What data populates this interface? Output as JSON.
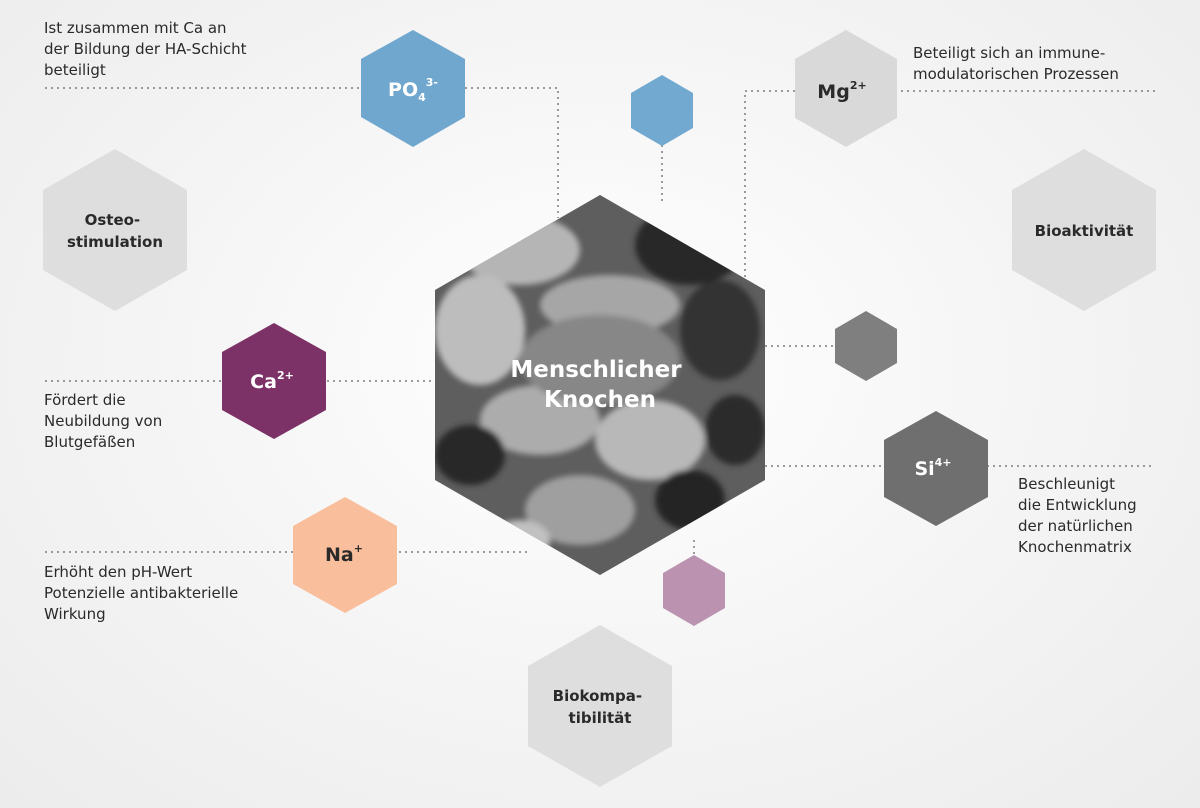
{
  "center": {
    "lines": [
      "Menschlicher",
      "Knochen"
    ]
  },
  "ions": {
    "po4": {
      "base": "PO",
      "sub": "4",
      "sup": "3-",
      "color": "#70a7cf",
      "text_color": "#ffffff"
    },
    "mg": {
      "base": "Mg",
      "sup": "2+",
      "color": "#d9d9d9",
      "text_color": "#2a2a2a"
    },
    "ca": {
      "base": "Ca",
      "sup": "2+",
      "color": "#7c3266",
      "text_color": "#ffffff"
    },
    "na": {
      "base": "Na",
      "sup": "+",
      "color": "#f9bf9c",
      "text_color": "#2a2a2a"
    },
    "si": {
      "base": "Si",
      "sup": "4+",
      "color": "#6f6f6f",
      "text_color": "#ffffff"
    }
  },
  "properties": {
    "osteostimulation": {
      "lines": [
        "Osteo-",
        "stimulation"
      ]
    },
    "bioaktivitaet": {
      "lines": [
        "Bioaktivität"
      ]
    },
    "biokompatibilitaet": {
      "lines": [
        "Biokompa-",
        "tibilität"
      ]
    }
  },
  "descriptions": {
    "po4": [
      "Ist zusammen mit Ca an",
      "der Bildung der HA-Schicht",
      "beteiligt"
    ],
    "mg": [
      "Beteiligt sich an immune-",
      "modulatorischen Prozessen"
    ],
    "ca": [
      "Fördert die",
      "Neubildung von",
      "Blutgefäßen"
    ],
    "na": [
      "Erhöht den pH-Wert",
      "Potenzielle antibakterielle",
      "Wirkung"
    ],
    "si": [
      "Beschleunigt",
      "die Entwicklung",
      "der natürlichen",
      "Knochenmatrix"
    ]
  },
  "colors": {
    "connector": "#9a9a9a",
    "property_hex": "#dedede",
    "small_blue": "#72a9d0",
    "small_gray": "#7f7f7f",
    "small_mauve": "#bb93b0"
  }
}
